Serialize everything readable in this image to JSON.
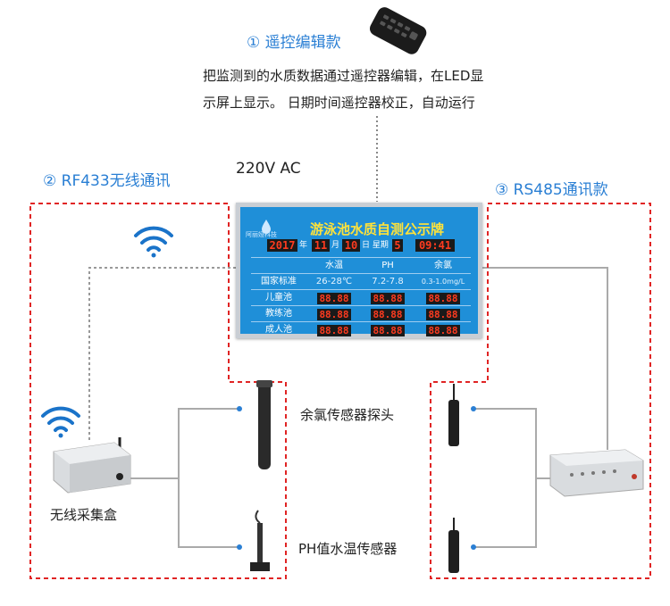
{
  "remote": {
    "title": "① 遥控编辑款",
    "desc_line1": "把监测到的水质数据通过遥控器编辑，在LED显",
    "desc_line2": "示屏上显示。 日期时间遥控器校正，自动运行"
  },
  "power_label": "220V AC",
  "rf433": {
    "title": "② RF433无线通讯",
    "box_label": "无线采集盒"
  },
  "rs485": {
    "title": "③ RS485通讯款"
  },
  "sensors": {
    "chlorine_label": "余氯传感器探头",
    "ph_temp_label": "PH值水温传感器"
  },
  "board": {
    "title": "游泳池水质自测公示牌",
    "logo_text": "阿丽娅科技",
    "year": "2017",
    "year_unit": "年",
    "month": "11",
    "month_unit": "月",
    "day": "10",
    "day_unit": "日 星期",
    "weekday": "5",
    "time": "09:41",
    "headers": [
      "",
      "水温",
      "PH",
      "余氯"
    ],
    "rows": [
      {
        "name": "国家标准",
        "values": [
          "26-28℃",
          "7.2-7.8",
          "0.3-1.0mg/L"
        ]
      },
      {
        "name": "儿童池",
        "values": [
          "88.88",
          "88.88",
          "88.88"
        ]
      },
      {
        "name": "教练池",
        "values": [
          "88.88",
          "88.88",
          "88.88"
        ]
      },
      {
        "name": "成人池",
        "values": [
          "88.88",
          "88.88",
          "88.88"
        ]
      }
    ]
  },
  "colors": {
    "accent_blue": "#2a7fd4",
    "dash_red": "#e02424",
    "board_blue": "#1f8fd8",
    "led_red": "#ff3b1f"
  }
}
